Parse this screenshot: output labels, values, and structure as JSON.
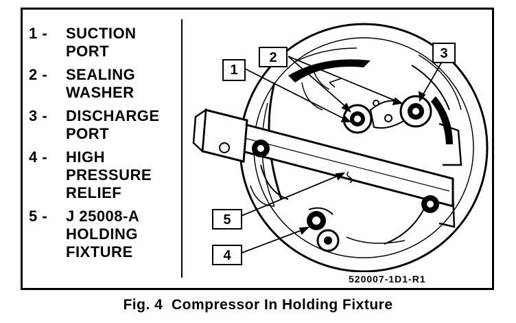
{
  "legend": [
    {
      "num": "1 -",
      "text": "SUCTION\nPORT"
    },
    {
      "num": "2 -",
      "text": "SEALING\nWASHER"
    },
    {
      "num": "3 -",
      "text": "DISCHARGE\nPORT"
    },
    {
      "num": "4 -",
      "text": "HIGH\nPRESSURE\nRELIEF"
    },
    {
      "num": "5 -",
      "text": "J 25008-A\nHOLDING\nFIXTURE"
    }
  ],
  "callouts": {
    "c1": "1",
    "c2": "2",
    "c3": "3",
    "c4": "4",
    "c5": "5"
  },
  "code": "520007-1D1-R1",
  "caption": "Fig. 4  Compressor In Holding Fixture"
}
